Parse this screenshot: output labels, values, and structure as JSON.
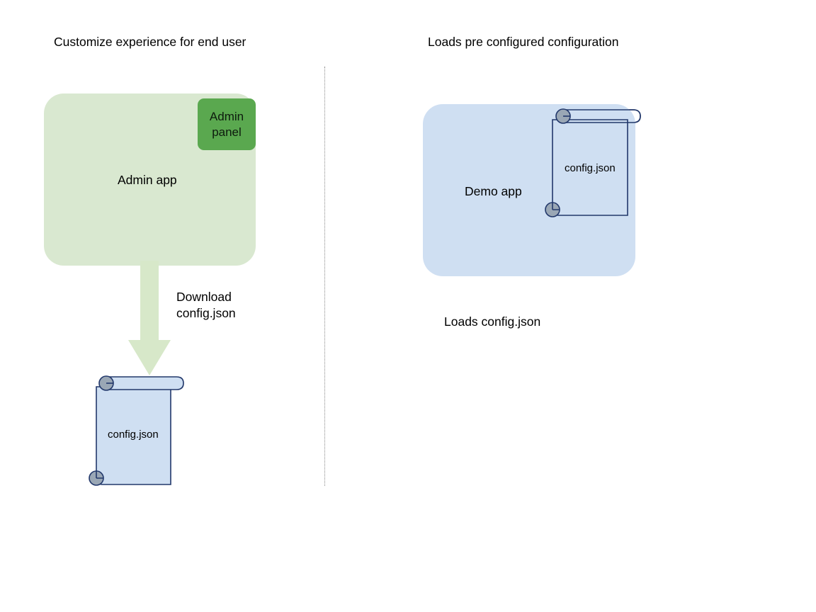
{
  "diagram": {
    "title_left": "Customize experience for end user",
    "title_right": "Loads pre configured configuration",
    "left_panel": {
      "app_box_label": "Admin app",
      "admin_panel_line1": "Admin",
      "admin_panel_line2": "panel",
      "arrow_label_line1": "Download",
      "arrow_label_line2": "config.json",
      "file_label": "config.json"
    },
    "right_panel": {
      "app_box_label": "Demo app",
      "file_label": "config.json",
      "caption": "Loads config.json"
    },
    "colors": {
      "admin_app_fill": "#d9e8d0",
      "admin_panel_fill": "#5aa84f",
      "demo_app_fill": "#cfdff2",
      "arrow_fill": "#d7e8c9",
      "document_fill": "#cfdff2",
      "document_stroke": "#22386b",
      "curl_fill": "#9aa7b5",
      "divider_stroke": "#8a8a8a",
      "background": "#ffffff"
    }
  }
}
